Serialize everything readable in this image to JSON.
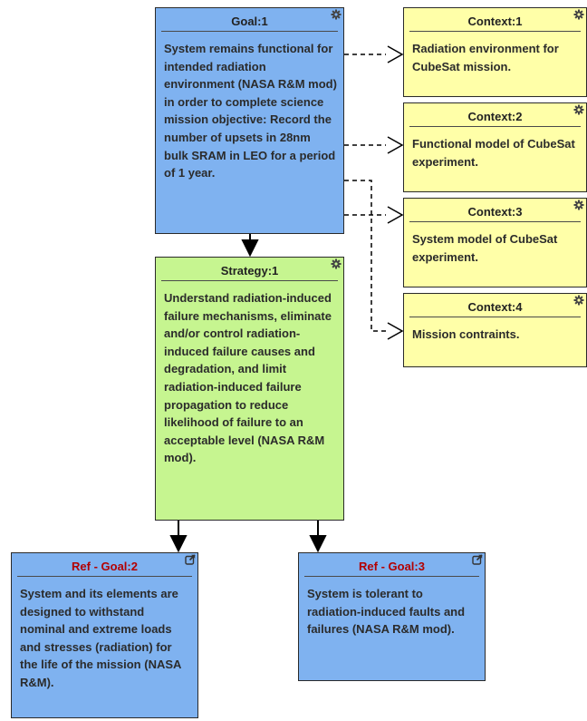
{
  "nodes": {
    "goal1": {
      "title": "Goal:1",
      "text": "System remains functional for intended radiation environment (NASA R&M mod) in order to complete science mission objective: Record the number of upsets in 28nm bulk SRAM in LEO for a period of 1 year.",
      "icon": "gear-icon"
    },
    "context1": {
      "title": "Context:1",
      "text": "Radiation environment for CubeSat mission.",
      "icon": "gear-icon"
    },
    "context2": {
      "title": "Context:2",
      "text": "Functional model of CubeSat experiment.",
      "icon": "gear-icon"
    },
    "context3": {
      "title": "Context:3",
      "text": "System model of CubeSat experiment.",
      "icon": "gear-icon"
    },
    "context4": {
      "title": "Context:4",
      "text": "Mission contraints.",
      "icon": "gear-icon"
    },
    "strategy1": {
      "title": "Strategy:1",
      "text": "Understand radiation-induced failure mechanisms, eliminate and/or control radiation-induced failure causes and degradation, and limit radiation-induced failure propagation to reduce likelihood of failure to an acceptable level (NASA R&M mod).",
      "icon": "gear-icon"
    },
    "refgoal2": {
      "title": "Ref - Goal:2",
      "text": "System and its elements are designed to withstand nominal and extreme loads and stresses (radiation) for the life of the mission (NASA R&M).",
      "icon": "external-link-icon"
    },
    "refgoal3": {
      "title": "Ref - Goal:3",
      "text": "System is tolerant to radiation-induced faults and failures (NASA R&M mod).",
      "icon": "external-link-icon"
    }
  },
  "colors": {
    "goal": "#7fb2f0",
    "strategy": "#c6f590",
    "context": "#ffffa8",
    "ref_title": "#b30000",
    "line": "#000000"
  }
}
